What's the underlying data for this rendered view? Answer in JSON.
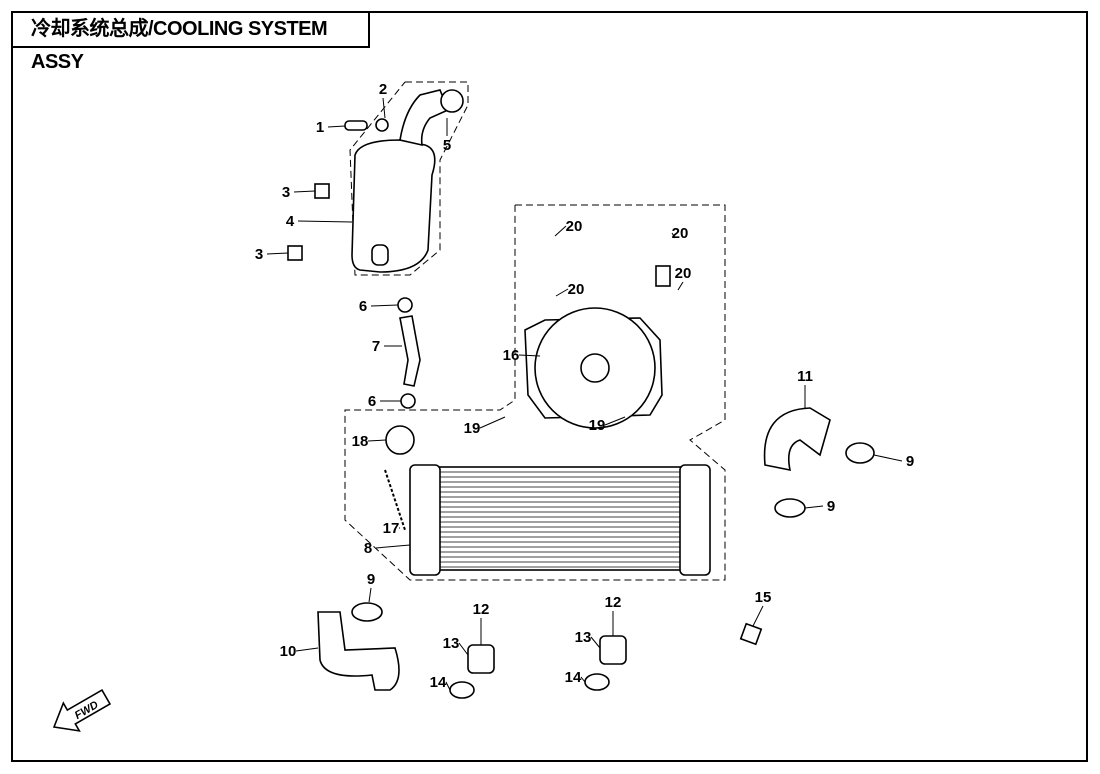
{
  "title": "冷却系统总成/COOLING SYSTEM ASSY",
  "fwd_label": "FWD",
  "callouts": [
    "1",
    "2",
    "5",
    "3",
    "4",
    "3",
    "6",
    "7",
    "6",
    "20",
    "20",
    "20",
    "20",
    "16",
    "19",
    "19",
    "18",
    "17",
    "8",
    "11",
    "9",
    "9",
    "9",
    "10",
    "12",
    "12",
    "13",
    "13",
    "14",
    "14",
    "15"
  ]
}
